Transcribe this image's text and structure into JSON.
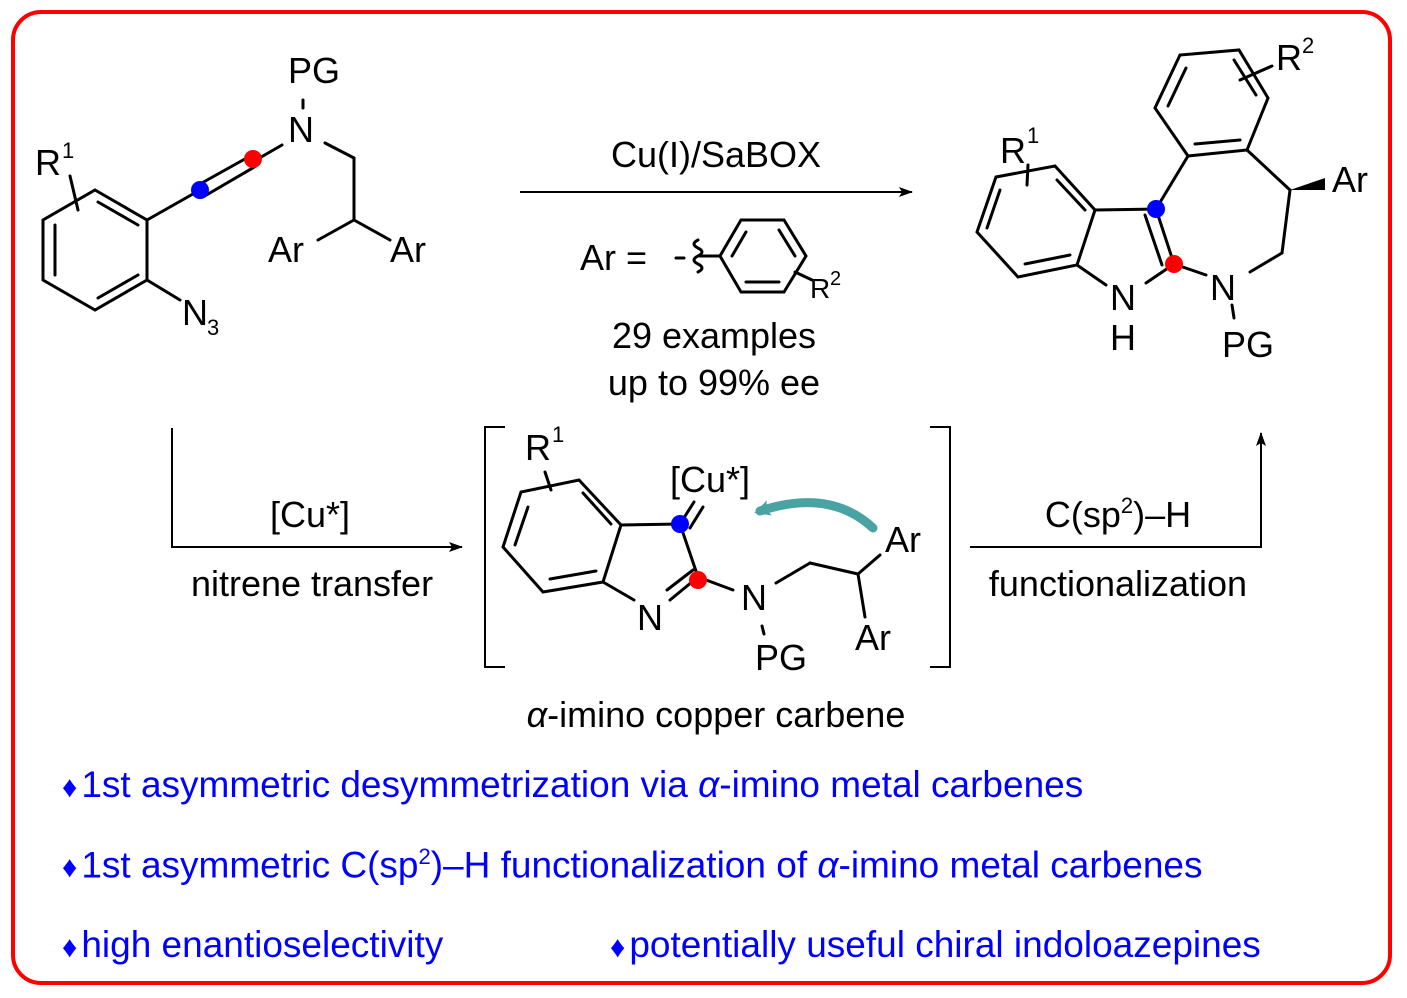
{
  "scheme": {
    "starting_material": {
      "labels": {
        "pg": "PG",
        "n": "N",
        "r": "R",
        "r_sup": "1",
        "ar_left": "Ar",
        "ar_right": "Ar",
        "n3": "N",
        "n3_sub": "3"
      }
    },
    "product": {
      "labels": {
        "r1": "R",
        "r1_sup": "1",
        "r2": "R",
        "r2_sup": "2",
        "ar": "Ar",
        "nh_n": "N",
        "nh_h": "H",
        "n": "N",
        "pg": "PG"
      }
    },
    "main_arrow": {
      "catalyst": "Cu(I)/SaBOX",
      "ar_def_lhs": "Ar =",
      "ar_def_r": "R",
      "ar_def_r_sup": "2",
      "examples": "29 examples",
      "ee": "up to 99% ee"
    },
    "step1_arrow": {
      "above": "[Cu*]",
      "below": "nitrene transfer"
    },
    "step2_arrow": {
      "above_pre": "C(sp",
      "above_sup": "2",
      "above_post": ")–H",
      "below": "functionalization"
    },
    "intermediate": {
      "labels": {
        "r": "R",
        "r_sup": "1",
        "cu": "[Cu*]",
        "n_ring": "N",
        "n": "N",
        "pg": "PG",
        "ar_top": "Ar",
        "ar_bottom": "Ar"
      },
      "caption_alpha": "α",
      "caption_rest": "-imino copper carbene"
    },
    "marker_colors": {
      "blue": "#0000ff",
      "red": "#ff0000",
      "curved_arrow": "#4aa3a3"
    }
  },
  "frame_color": "#ff0000",
  "highlights": {
    "bullet_glyph": "♦",
    "color": "#0000ff",
    "items": [
      {
        "pre": "1st asymmetric desymmetrization via ",
        "alpha": "α",
        "post": "-imino metal carbenes"
      },
      {
        "pre": "1st asymmetric C(sp",
        "sup": "2",
        "mid": ")–H functionalization of ",
        "alpha": "α",
        "post": "-imino metal carbenes"
      },
      {
        "text": "high enantioselectivity"
      },
      {
        "text": "potentially useful chiral indoloazepines"
      }
    ]
  }
}
